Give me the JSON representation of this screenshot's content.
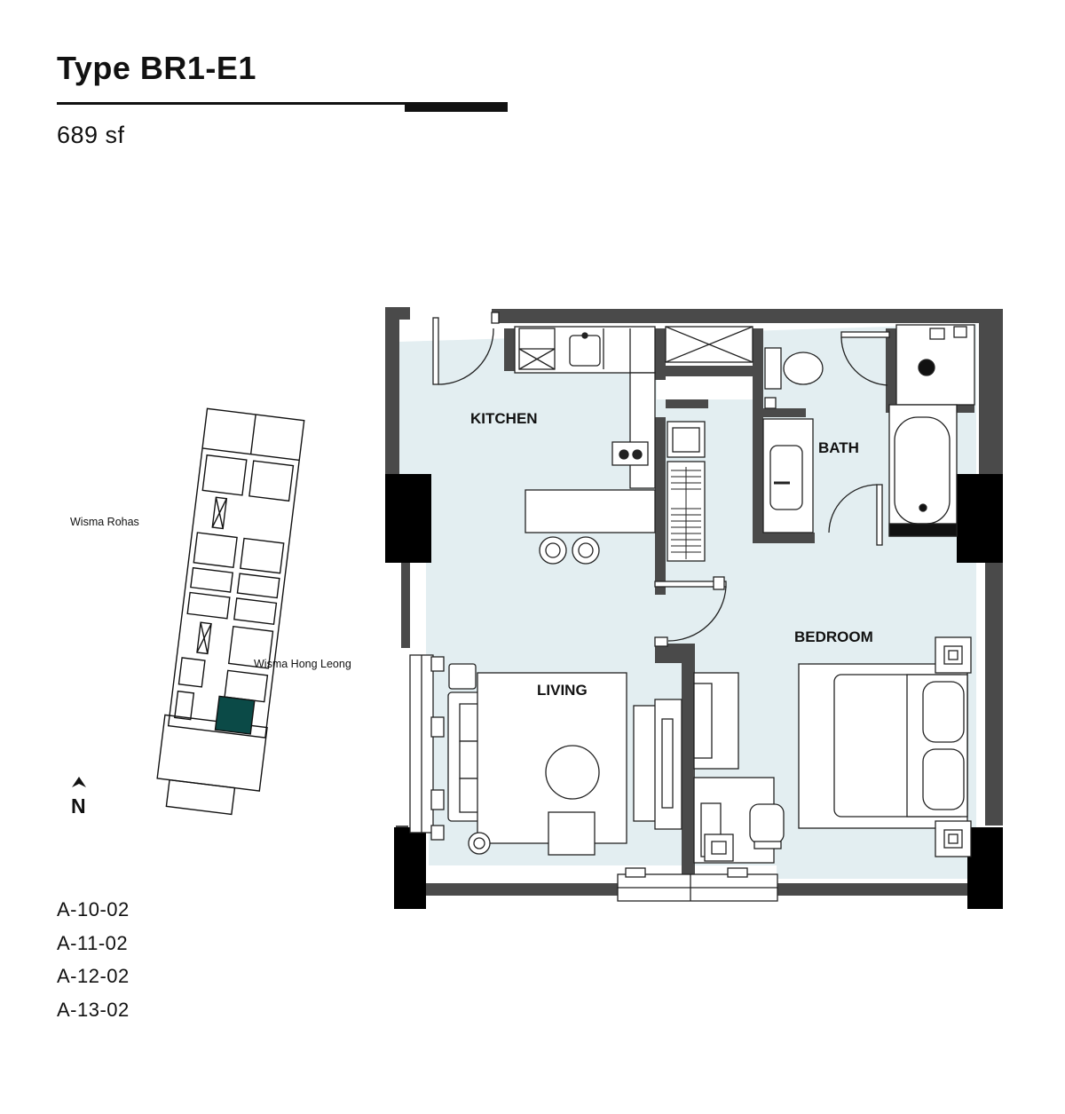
{
  "unit": {
    "title": "Type BR1-E1",
    "area": "689 sf",
    "numbers": [
      "A-10-02",
      "A-11-02",
      "A-12-02",
      "A-13-02"
    ]
  },
  "keyplan": {
    "label_top": "Wisma Rohas",
    "label_bottom": "Wisma Hong Leong",
    "north": "N",
    "highlight_color": "#0b4a47"
  },
  "floorplan": {
    "rooms": {
      "kitchen": "KITCHEN",
      "bath": "BATH",
      "bedroom": "BEDROOM",
      "living": "LIVING"
    },
    "colors": {
      "floor": "#e3eef1",
      "wall": "#4a4a4a",
      "column": "#000000"
    }
  }
}
